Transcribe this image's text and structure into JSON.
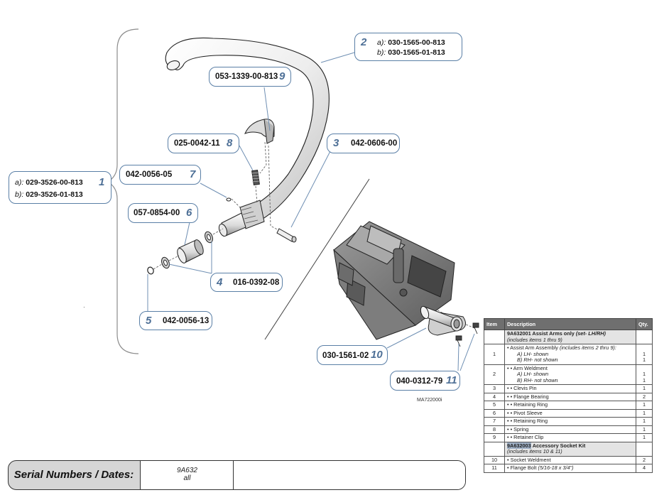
{
  "callouts": [
    {
      "num": "1",
      "lines": [
        {
          "pre": "a):",
          "pn": "029-3526-00-813"
        },
        {
          "pre": "b):",
          "pn": "029-3526-01-813"
        }
      ]
    },
    {
      "num": "2",
      "lines": [
        {
          "pre": "a):",
          "pn": "030-1565-00-813"
        },
        {
          "pre": "b):",
          "pn": "030-1565-01-813"
        }
      ]
    },
    {
      "num": "3",
      "pn": "042-0606-00"
    },
    {
      "num": "4",
      "pn": "016-0392-08"
    },
    {
      "num": "5",
      "pn": "042-0056-13"
    },
    {
      "num": "6",
      "pn": "057-0854-00"
    },
    {
      "num": "7",
      "pn": "042-0056-05"
    },
    {
      "num": "8",
      "pn": "025-0042-11"
    },
    {
      "num": "9",
      "pn": "053-1339-00-813"
    },
    {
      "num": "10",
      "pn": "030-1561-02"
    },
    {
      "num": "11",
      "pn": "040-0312-79"
    }
  ],
  "figure_id": "MA722000i",
  "parts_table": {
    "headers": [
      "Item",
      "Description",
      "Qty."
    ],
    "rows": [
      {
        "item": "",
        "desc": "9A632001 Assist Arms only",
        "desc_it": "(set- LH/RH)",
        "note": "(includes items 1 thru 9)",
        "qty": "",
        "header": true
      },
      {
        "item": "1",
        "desc": "• Assist Arm Assembly",
        "desc_it": "(includes items 2 thru 9):",
        "subs": [
          "A) LH- shown",
          "B) RH- not shown"
        ],
        "qtys": [
          "1",
          "1"
        ]
      },
      {
        "item": "2",
        "desc": "• • Arm Weldment",
        "subs": [
          "A) LH- shown",
          "B) RH- not shown"
        ],
        "qtys": [
          "1",
          "1"
        ]
      },
      {
        "item": "3",
        "desc": "• • Clevis Pin",
        "qty": "1"
      },
      {
        "item": "4",
        "desc": "• • Flange Bearing",
        "qty": "2"
      },
      {
        "item": "5",
        "desc": "• • Retaining Ring",
        "qty": "1"
      },
      {
        "item": "6",
        "desc": "• • Pivot Sleeve",
        "qty": "1"
      },
      {
        "item": "7",
        "desc": "• • Retaining Ring",
        "qty": "1"
      },
      {
        "item": "8",
        "desc": "• • Spring",
        "qty": "1"
      },
      {
        "item": "9",
        "desc": "• • Retainer Clip",
        "qty": "1"
      },
      {
        "item": "",
        "desc_hl": "9A632003",
        "desc": "Accessory Socket Kit",
        "note": "(includes items 10 & 11)",
        "qty": "",
        "header": true
      },
      {
        "item": "10",
        "desc": "• Socket Weldment",
        "qty": "2"
      },
      {
        "item": "11",
        "desc": "• Flange Bolt",
        "desc_it": "(5/16-18 x 3/4\")",
        "qty": "4"
      }
    ]
  },
  "serial": {
    "label": "Serial Numbers / Dates:",
    "model": "9A632",
    "range": "all"
  }
}
